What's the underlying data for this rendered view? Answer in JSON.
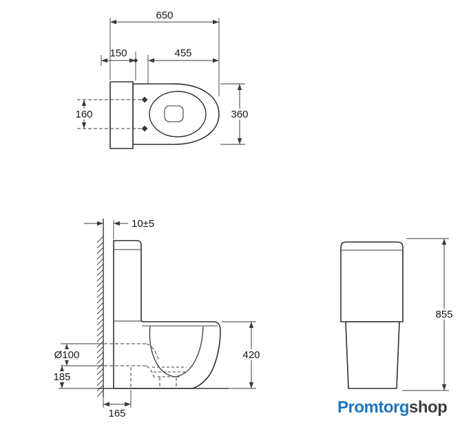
{
  "drawing": {
    "background": "#ffffff",
    "line_color": "#3a3a3a",
    "views": {
      "top": {
        "dim_total_length": "650",
        "dim_tank_depth": "150",
        "dim_seat_length": "455",
        "dim_fixing_spacing": "160",
        "dim_width": "360"
      },
      "side": {
        "dim_wall_gap": "10±5",
        "dim_outlet_diameter": "Ø100",
        "dim_outlet_height": "185",
        "dim_bowl_height": "420",
        "dim_outlet_offset": "165"
      },
      "front": {
        "dim_total_height": "855"
      }
    }
  },
  "logo": {
    "part1": "Promtorg",
    "part2": "shop",
    "part1_color": "#1b75bc",
    "part2_color": "#3d3d3d"
  }
}
